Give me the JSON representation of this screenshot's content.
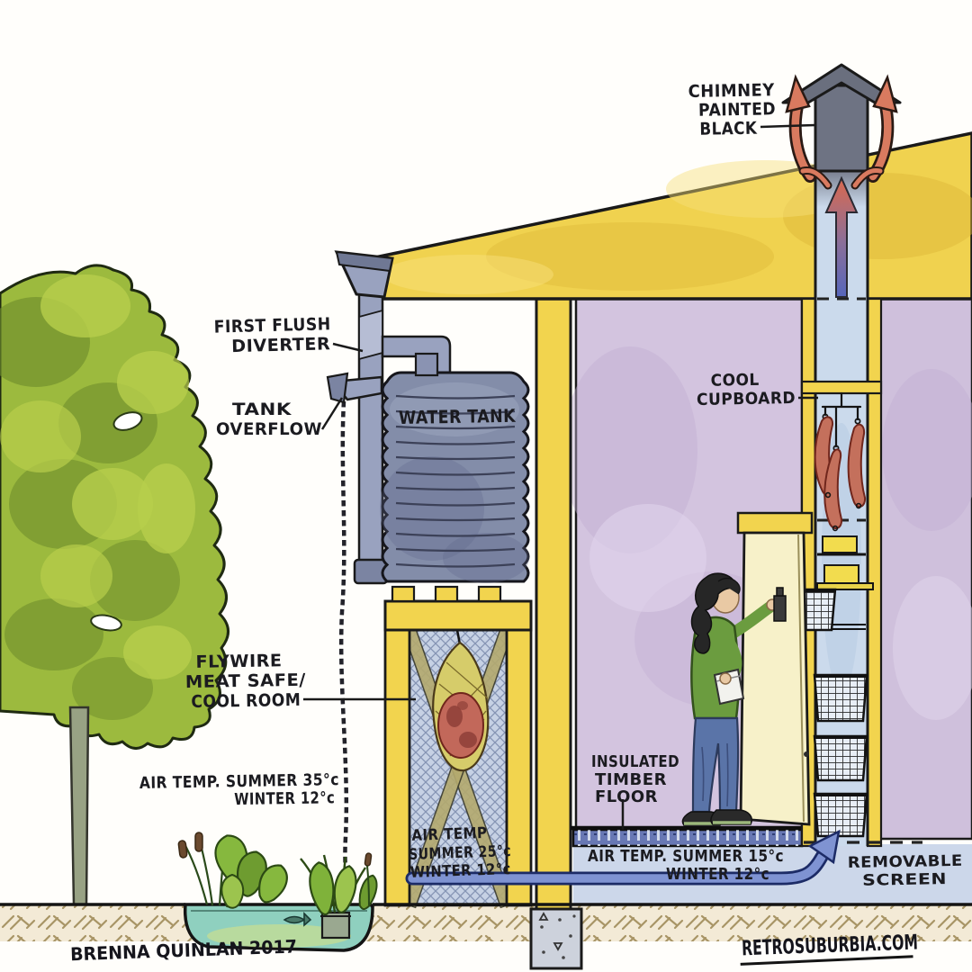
{
  "labels": {
    "chimney": {
      "l1": "CHIMNEY",
      "l2": "PAINTED",
      "l3": "BLACK"
    },
    "first_flush": {
      "l1": "FIRST FLUSH",
      "l2": "DIVERTER"
    },
    "tank_overflow": {
      "l1": "TANK",
      "l2": "OVERFLOW"
    },
    "water_tank": "WATER TANK",
    "cool_cupboard": {
      "l1": "COOL",
      "l2": "CUPBOARD"
    },
    "meat_safe": {
      "l1": "FLYWIRE",
      "l2": "MEAT SAFE/",
      "l3": "COOL ROOM"
    },
    "outdoor_temp": {
      "l1": "AIR TEMP. SUMMER 35°c",
      "l2": "WINTER 12°c"
    },
    "meat_safe_temp": {
      "l1": "AIR TEMP",
      "l2": "SUMMER 25°c",
      "l3": "WINTER 12°c"
    },
    "floor": {
      "l1": "INSULATED",
      "l2": "TIMBER",
      "l3": "FLOOR"
    },
    "subfloor_temp": {
      "l1": "AIR TEMP. SUMMER 15°c",
      "l2": "WINTER 12°c"
    },
    "screen": {
      "l1": "REMOVABLE",
      "l2": "SCREEN"
    }
  },
  "credits": {
    "artist_signature": "BRENNA QUINLAN 2017",
    "website": "RETROSUBURBIA.COM"
  },
  "colors": {
    "roof_yellow": "#f0d24f",
    "wall_lavender": "#d3c4df",
    "tank_grey_blue": "#838da9",
    "shaft_blue": "#cbdaec",
    "warm_air_red": "#d9694f",
    "cool_air_blue": "#7f93d2",
    "tree_green": "#9cba3e",
    "door_cream": "#f7f1c9",
    "soil_tan": "#f3ead6"
  }
}
